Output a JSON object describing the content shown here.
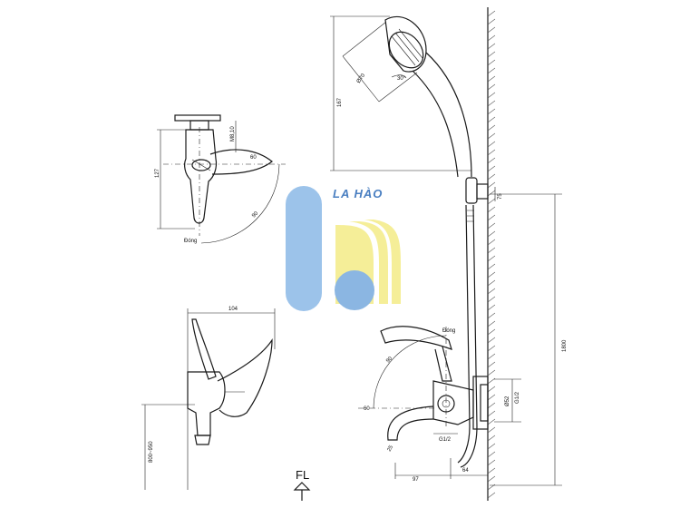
{
  "watermark": {
    "brand_text": "LA HÀO",
    "colors": {
      "blue": "#9cc3ea",
      "blue_dark": "#8bb6e2",
      "yellow": "#f5ee98",
      "brand_text": "#4a7fc1"
    }
  },
  "labels": {
    "dim_167": "167",
    "dim_70": "Ø70",
    "dim_angle_30": "30°",
    "dim_m8": "M8,10",
    "dim_127": "127",
    "dim_60_top": "60",
    "dim_90_top": "90",
    "dung_top": "Đóng",
    "dim_104": "104",
    "dim_800": "800~950",
    "dung_bottom": "Đóng",
    "dim_90_bottom": "90",
    "dim_60_bottom": "60",
    "dim_g12_v": "G1/2",
    "dim_52": "Ø52",
    "dim_g12_h": "G1/2",
    "dim_97": "97",
    "dim_64": "64",
    "dim_1800": "1800",
    "dim_75": "75",
    "dim_25": "25",
    "fl": "FL"
  }
}
